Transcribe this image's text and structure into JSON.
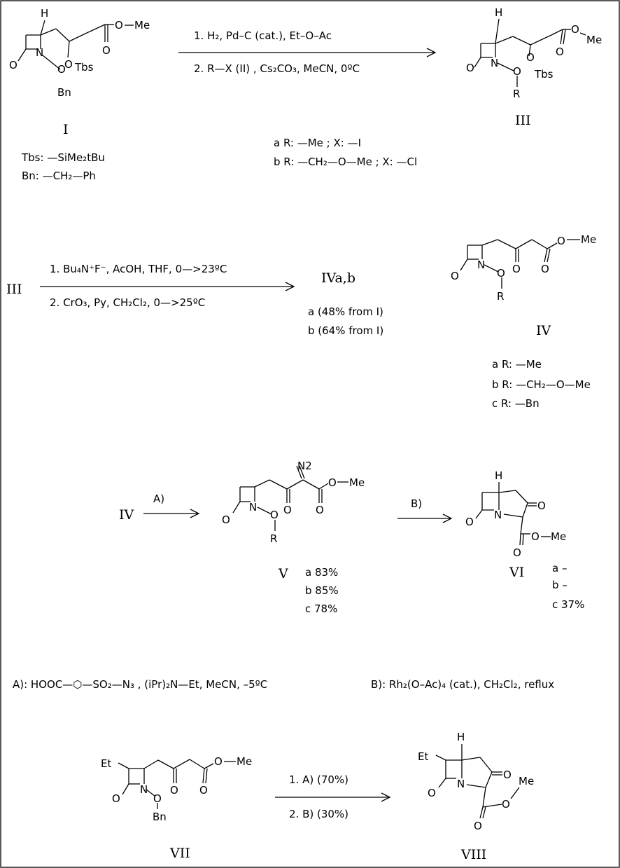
{
  "compounds": {
    "I": {
      "label": "I",
      "atoms": {
        "h": "H",
        "o_lactam": "O",
        "n": "N",
        "o_n": "O",
        "bn": "Bn",
        "o_tbs": "O",
        "tbs": "Tbs",
        "o_carbonyl": "O",
        "o_ester": "O",
        "me": "Me"
      },
      "defs": {
        "tbs": "Tbs:  —SiMe₂tBu",
        "bn": "Bn:  —CH₂—Ph"
      }
    },
    "III": {
      "label": "III",
      "atoms": {
        "h": "H",
        "o_lactam": "O",
        "n": "N",
        "o_n": "O",
        "r": "R",
        "o_tbs": "O",
        "tbs": "Tbs",
        "o_carbonyl": "O",
        "o_ester": "O",
        "me": "Me"
      }
    },
    "IV": {
      "label": "IV",
      "atoms": {
        "o_lactam": "O",
        "n": "N",
        "o_n": "O",
        "r": "R",
        "o_keto": "O",
        "o_carbonyl": "O",
        "o_ester": "O",
        "me": "Me"
      },
      "variants": [
        "a  R: —Me",
        "b  R: —CH₂—O—Me",
        "c  R: —Bn"
      ]
    },
    "V": {
      "label": "V",
      "atoms": {
        "o_lactam": "O",
        "n": "N",
        "o_n": "O",
        "r": "R",
        "n2": "N2",
        "o_keto": "O",
        "o_carbonyl": "O",
        "o_ester": "O",
        "me": "Me"
      },
      "yields": [
        "a  83%",
        "b  85%",
        "c  78%"
      ]
    },
    "VI": {
      "label": "VI",
      "atoms": {
        "h": "H",
        "o_lactam": "O",
        "n": "N",
        "o_keto": "O",
        "o_carbonyl": "O",
        "o_ester": "O",
        "me": "Me"
      },
      "yields": [
        "a  –",
        "b  –",
        "c  37%"
      ]
    },
    "VII": {
      "label": "VII",
      "atoms": {
        "et": "Et",
        "o_lactam": "O",
        "n": "N",
        "o_n": "O",
        "bn": "Bn",
        "o_keto": "O",
        "o_carbonyl": "O",
        "o_ester": "O",
        "me": "Me"
      }
    },
    "VIII": {
      "label": "VIII",
      "atoms": {
        "h": "H",
        "et": "Et",
        "o_lactam": "O",
        "n": "N",
        "o_keto": "O",
        "o_carbonyl": "O",
        "o_ester": "O",
        "me": "Me"
      }
    }
  },
  "reactions": {
    "step1": {
      "line1": "1. H₂,  Pd–C (cat.),    Et–O–Ac",
      "line2": "2. R—X  (II) ,  Cs₂CO₃,   MeCN,     0ºC"
    },
    "step1_variants": {
      "a": "a  R:  —Me ; X:  —I",
      "b": "b  R: —CH₂—O—Me ;  X:  —Cl"
    },
    "step2": {
      "start": "III",
      "line1": "1. Bu₄N⁺F⁻,   AcOH,  THF,   0—>23ºC",
      "line2": "2. CrO₃,  Py,  CH₂Cl₂,    0—>25ºC",
      "product": "IVa,b",
      "yield_a": "a  (48% from I)",
      "yield_b": "b  (64% from I)"
    },
    "step3": {
      "start": "IV",
      "label": "A)"
    },
    "step4": {
      "label": "B)"
    },
    "conditions": {
      "a": "A):   HOOC—⬡—SO₂—N₃  ,  (iPr)₂N—Et,   MeCN,    –5ºC",
      "b": "B):  Rh₂(O–Ac)₄ (cat.),     CH₂Cl₂,    reflux"
    },
    "step5": {
      "line1": "1. A)     (70%)",
      "line2": "2. B)    (30%)"
    }
  },
  "colors": {
    "ink": "#000000",
    "background": "#ffffff"
  }
}
